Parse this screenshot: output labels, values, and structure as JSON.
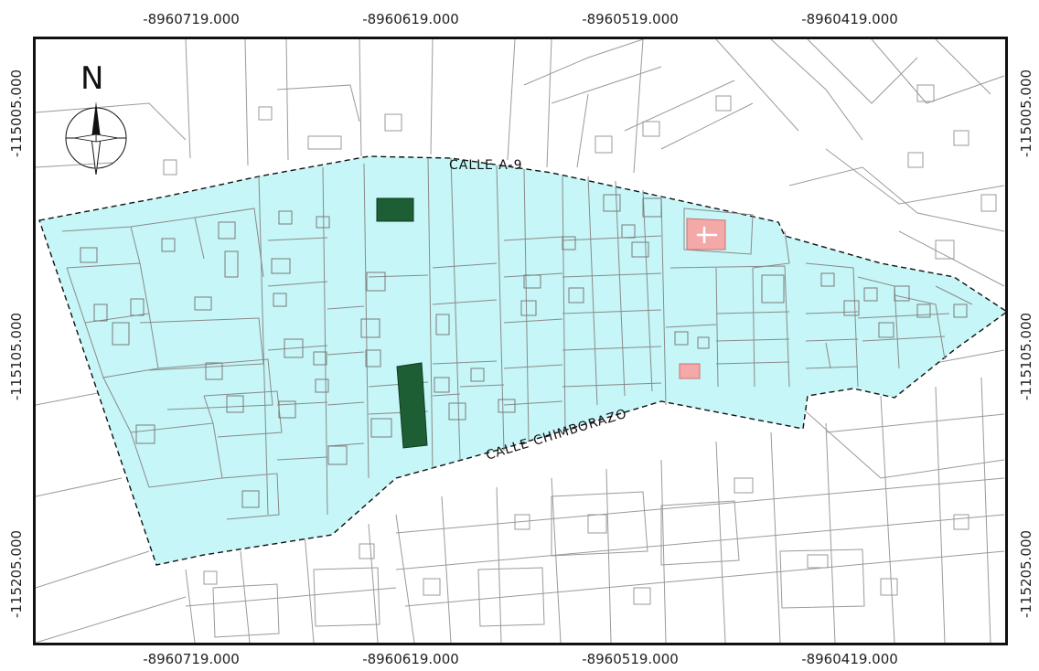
{
  "grid": {
    "top": [
      "-8960719.000",
      "-8960619.000",
      "-8960519.000",
      "-8960419.000"
    ],
    "bottom": [
      "-8960719.000",
      "-8960619.000",
      "-8960519.000",
      "-8960419.000"
    ],
    "left": [
      "-115005.000",
      "-115105.000",
      "-115205.000"
    ],
    "right": [
      "-115005.000",
      "-115105.000",
      "-115205.000"
    ]
  },
  "north": {
    "letter": "N",
    "icon": "compass-rose-icon"
  },
  "streets": {
    "north": "CALLE  A-9",
    "south": "CALLE  CHIMBORAZO"
  },
  "colors": {
    "study_area": "#c6f6f7",
    "green_area": "#1d5e34",
    "church": "#f4a9a9",
    "parcel_line": "#8a8a8a",
    "boundary": "#111111"
  },
  "features": {
    "church": "church-cross-icon"
  }
}
